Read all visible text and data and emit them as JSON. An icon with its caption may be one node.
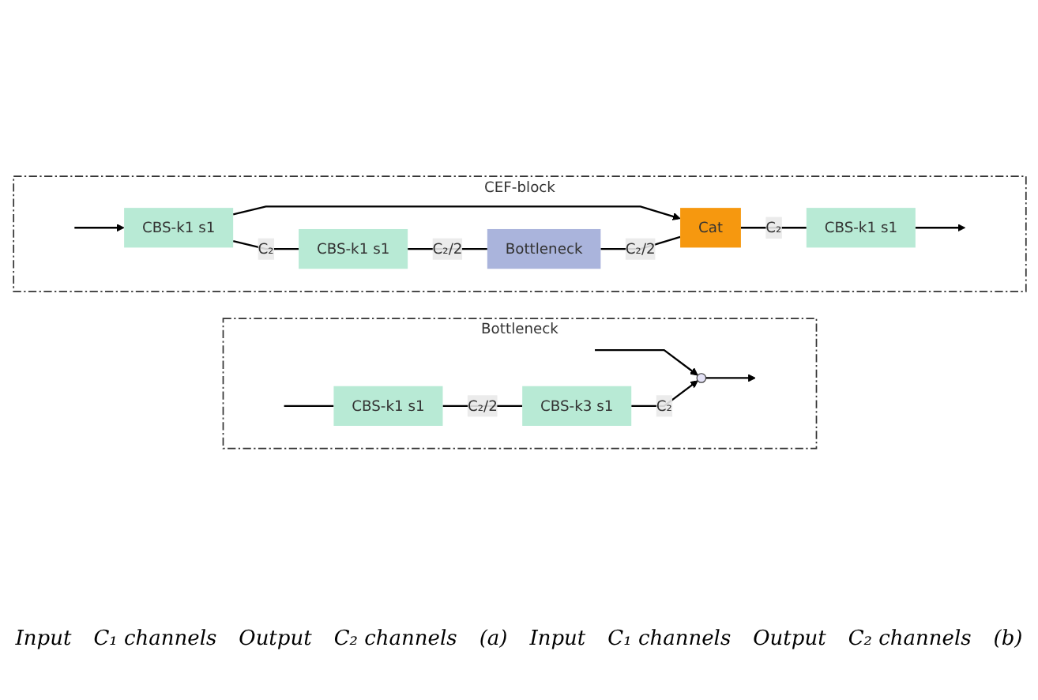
{
  "diagram": {
    "nodes": [
      {
        "text": [
          "CEF-block"
        ]
      },
      {
        "text": [
          "CBS-k1 s1"
        ],
        "in": 0
      },
      {
        "text": [
          "CBS-k1 s1"
        ],
        "in": 0
      },
      {
        "text": [
          "Bottleneck"
        ],
        "in": 0
      },
      {
        "text": [
          "Cat"
        ],
        "in": 0
      },
      {
        "text": [
          "CBS-k1 s1"
        ],
        "in": 0
      },
      {
        "text": [
          "Bottleneck"
        ]
      },
      {
        "text": [
          "CBS-k1 s1"
        ],
        "in": 6
      },
      {
        "text": [
          "CBS-k3 s1"
        ],
        "in": 6
      },
      {
        "text": [],
        "shape": "circle",
        "in": 6
      }
    ],
    "edges": [
      {
        "from": null,
        "to": 1,
        "arrow": "to"
      },
      {
        "from": 1,
        "to": 2,
        "arrow": "none",
        "label": "C₂"
      },
      {
        "from": 1,
        "to": 4,
        "arrow": "to"
      },
      {
        "from": 2,
        "to": 3,
        "arrow": "none",
        "label": "C₂/2"
      },
      {
        "from": 3,
        "to": 4,
        "arrow": "none",
        "label": "C₂/2"
      },
      {
        "from": 4,
        "to": 5,
        "arrow": "none",
        "label": "C₂"
      },
      {
        "from": 5,
        "to": null,
        "arrow": "to"
      },
      {
        "from": null,
        "to": 7,
        "arrow": "none"
      },
      {
        "from": null,
        "to": 9,
        "arrow": "to"
      },
      {
        "from": 7,
        "to": 8,
        "arrow": "none",
        "label": "C₂/2"
      },
      {
        "from": 8,
        "to": 9,
        "arrow": "to",
        "label": "C₂"
      },
      {
        "from": 9,
        "to": null,
        "arrow": "to"
      }
    ],
    "labels": [
      "Input",
      "C₁ channels",
      "Output",
      "C₂ channels",
      "(a)",
      "Input",
      "C₁ channels",
      "Output",
      "C₂ channels",
      "(b)"
    ]
  }
}
